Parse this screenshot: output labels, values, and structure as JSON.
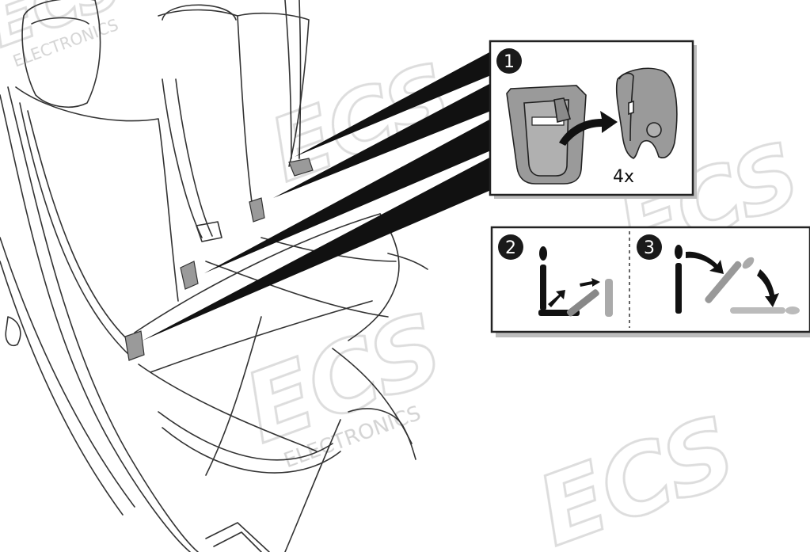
{
  "watermark": {
    "logo_text": "ECS",
    "sub_text": "ELECTRONICS",
    "color": "#d9d9d9"
  },
  "steps": [
    {
      "number": "1",
      "caption": "4x"
    },
    {
      "number": "2"
    },
    {
      "number": "3"
    }
  ],
  "colors": {
    "badge_fill": "#1a1a1a",
    "badge_text": "#ffffff",
    "part_grey": "#9a9a9a",
    "part_light": "#b8b8b8",
    "pointer_black": "#111111",
    "panel_shadow": "#bdbdbd",
    "line": "#333333"
  }
}
